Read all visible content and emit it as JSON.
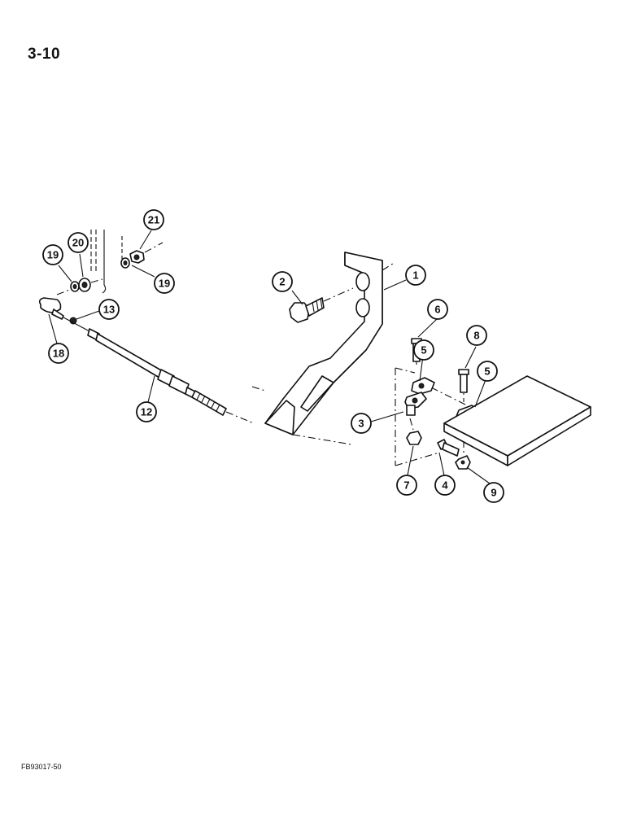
{
  "page": {
    "number": "3-10",
    "code": "FB93017-50"
  },
  "callouts": {
    "c1": "1",
    "c2": "2",
    "c3": "3",
    "c4": "4",
    "c5a": "5",
    "c5b": "5",
    "c6": "6",
    "c7": "7",
    "c8": "8",
    "c9": "9",
    "c12": "12",
    "c13": "13",
    "c18": "18",
    "c19a": "19",
    "c19b": "19",
    "c20": "20",
    "c21": "21"
  }
}
